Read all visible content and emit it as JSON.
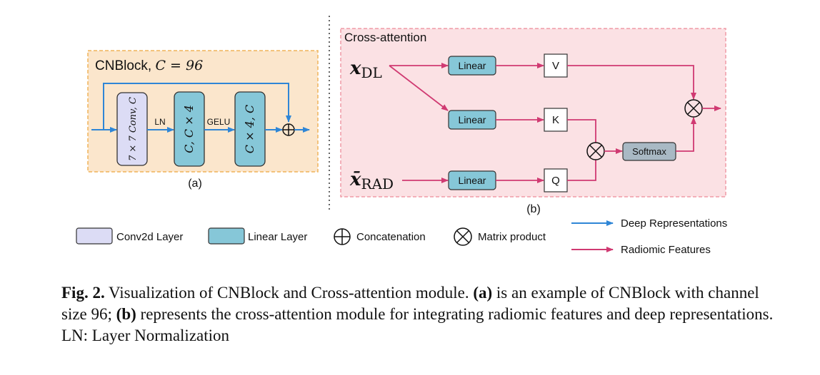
{
  "panel_a": {
    "title_prefix": "CNBlock, ",
    "title_math": "C = 96",
    "conv_label": "7 × 7 Conv, C",
    "ln_label": "LN",
    "linear1_label": "C, C × 4",
    "gelu_label": "GELU",
    "linear2_label": "C × 4, C",
    "concat_symbol": "⊕",
    "caption": "(a)"
  },
  "panel_b": {
    "title": "Cross-attention",
    "input_dl": "x",
    "input_dl_sub": "DL",
    "input_rad": "x̄",
    "input_rad_sub": "RAD",
    "linear_label": "Linear",
    "v_label": "V",
    "k_label": "K",
    "q_label": "Q",
    "softmax_label": "Softmax",
    "product_symbol": "⊗",
    "caption": "(b)"
  },
  "legend": {
    "conv2d": "Conv2d Layer",
    "linear": "Linear Layer",
    "concatenation": "Concatenation",
    "matrix_product": "Matrix product",
    "deep": "Deep Representations",
    "radiomic": "Radiomic Features"
  },
  "caption": {
    "fig_label": "Fig. 2.",
    "text1": " Visualization of CNBlock and Cross-attention module. ",
    "a_label": "(a)",
    "text2": " is an example of CNBlock with channel size 96; ",
    "b_label": "(b)",
    "text3": " represents the cross-attention module for integrating radiomic features and deep representations. LN: Layer Normalization"
  },
  "colors": {
    "blue_arrow": "#2f86d6",
    "pink_arrow": "#d03a72",
    "conv_fill": "#dcdcf5",
    "linear_fill": "#86c7d8",
    "panel_a_fill": "#fbe6cc",
    "panel_a_border": "#f0b35a",
    "panel_b_fill": "#fbe1e4",
    "panel_b_border": "#f09aa6",
    "softmax_fill": "#a9b9c4"
  }
}
